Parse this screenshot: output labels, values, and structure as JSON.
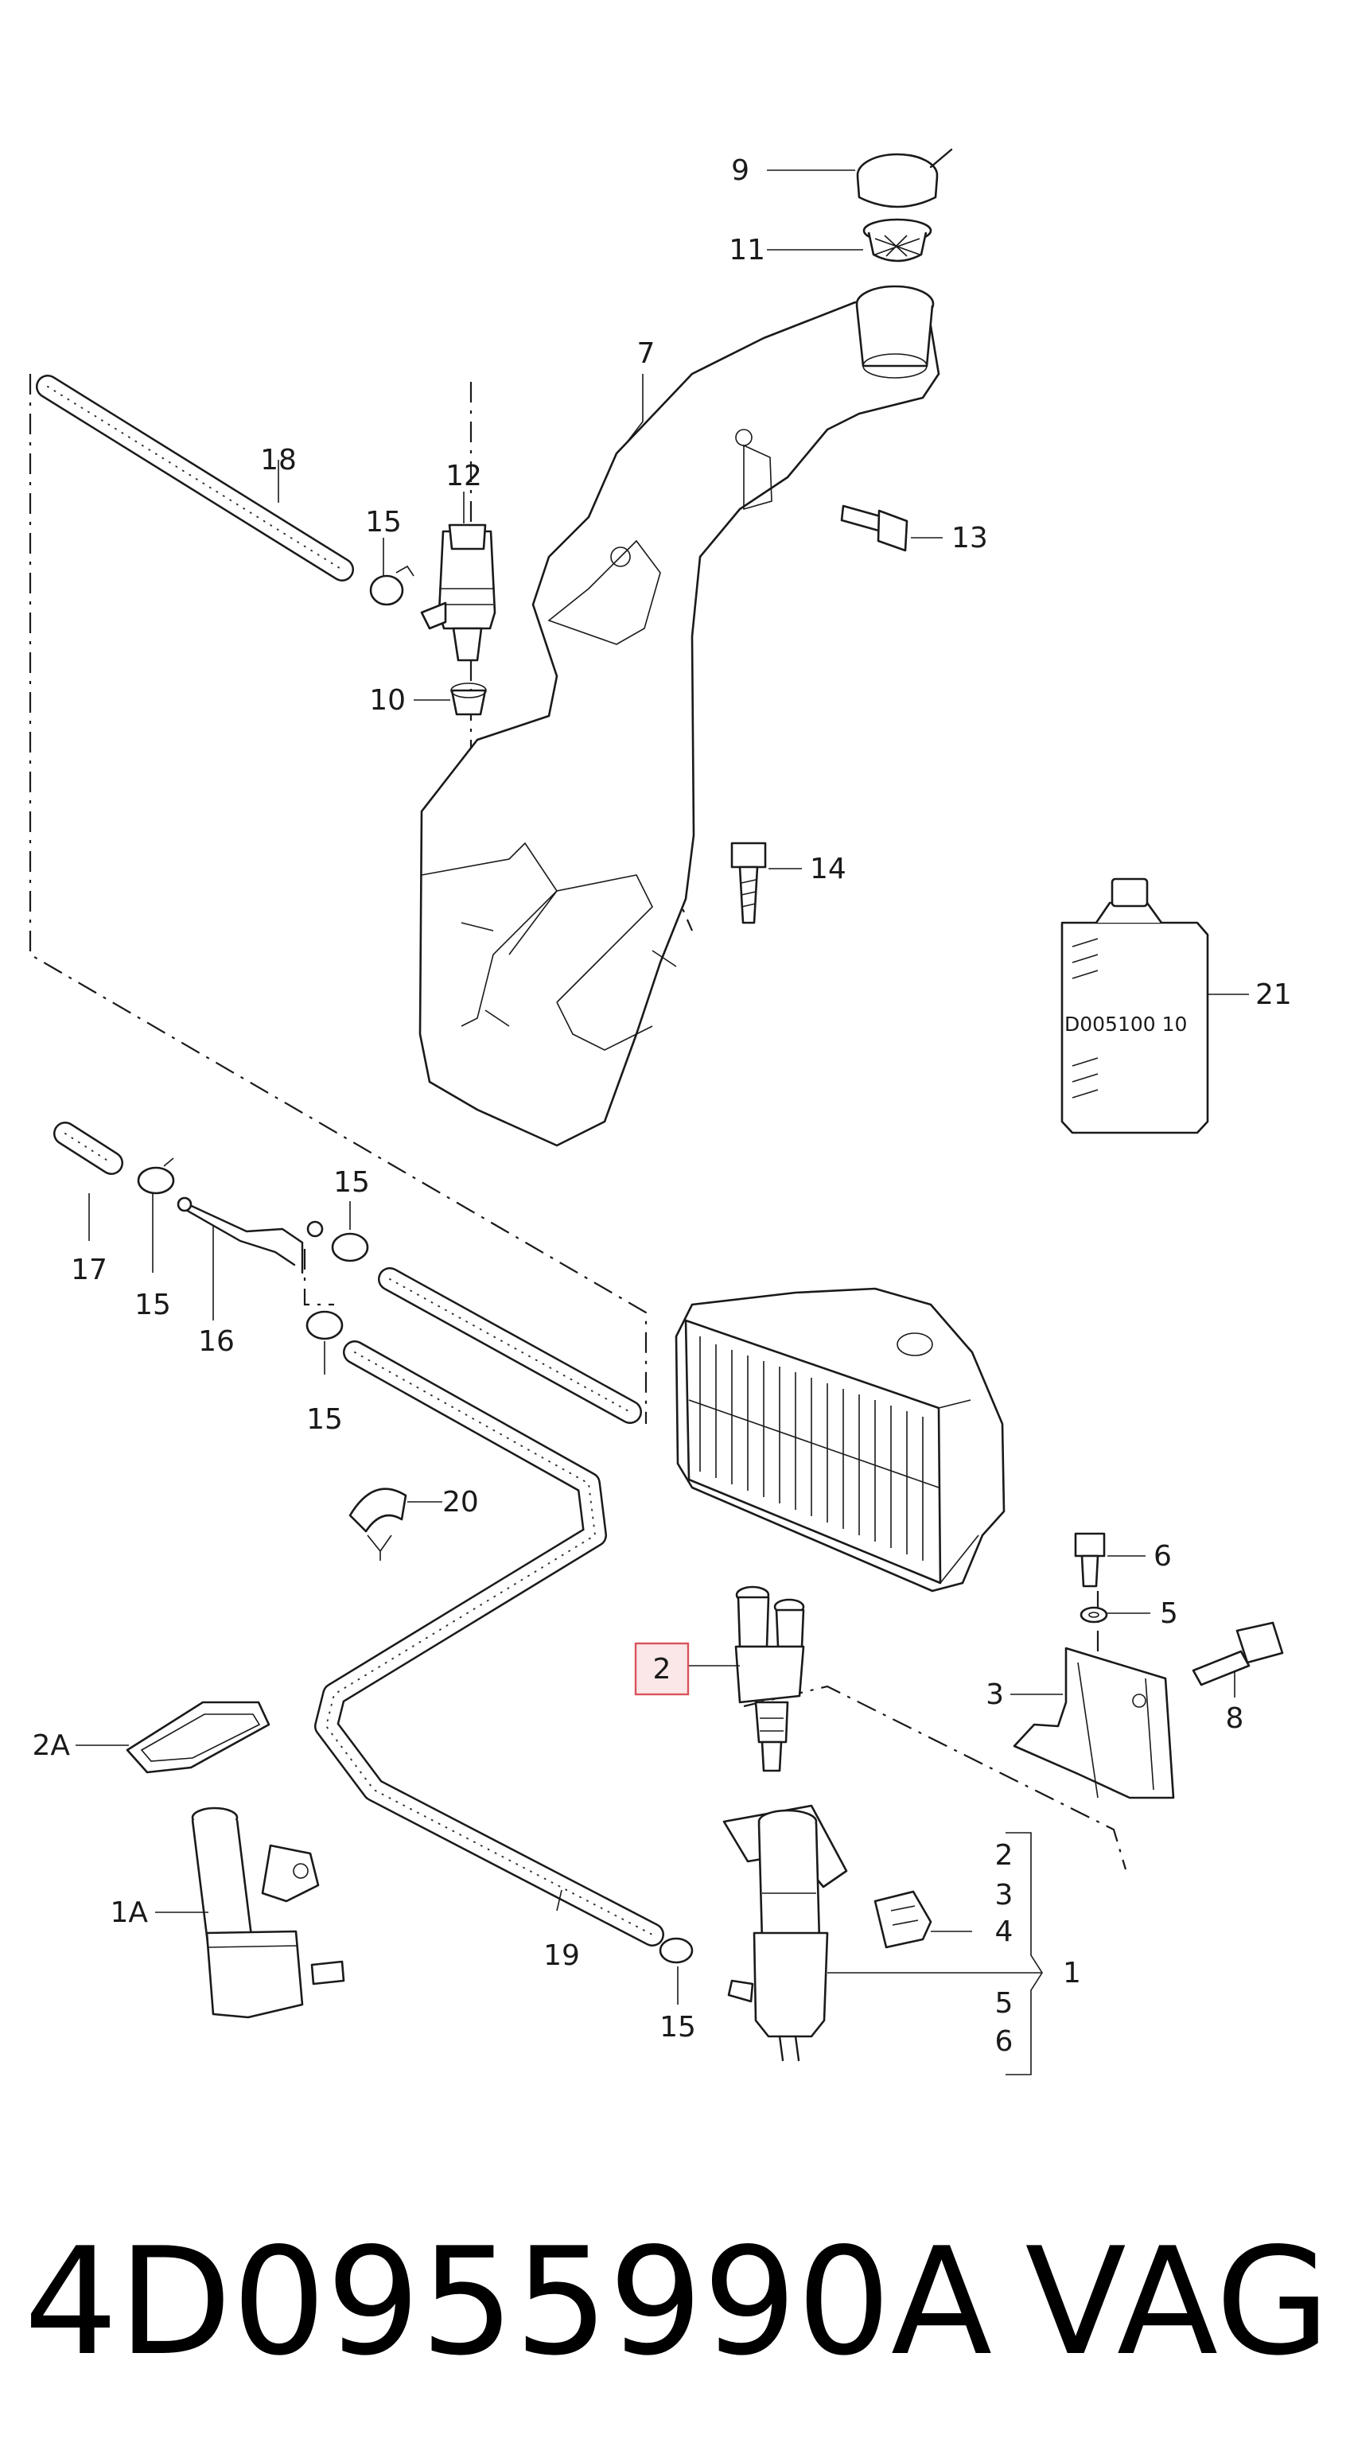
{
  "diagram": {
    "labels": {
      "p1": "1",
      "p2": "2",
      "p2a": "2A",
      "p3": "3",
      "p4": "4",
      "p5": "5",
      "p6": "6",
      "p7": "7",
      "p8": "8",
      "p9": "9",
      "p10": "10",
      "p11": "11",
      "p12": "12",
      "p13": "13",
      "p14": "14",
      "p15": "15",
      "p16": "16",
      "p17": "17",
      "p18": "18",
      "p19": "19",
      "p20": "20",
      "p21": "21",
      "p1a": "1A"
    },
    "bracket_list": [
      "2",
      "3",
      "4",
      "5",
      "6"
    ],
    "bottle_code": "D005100 10",
    "highlight_color": "#d9535c"
  },
  "footer": {
    "part_number": "4D0955990A",
    "brand": "VAG"
  }
}
